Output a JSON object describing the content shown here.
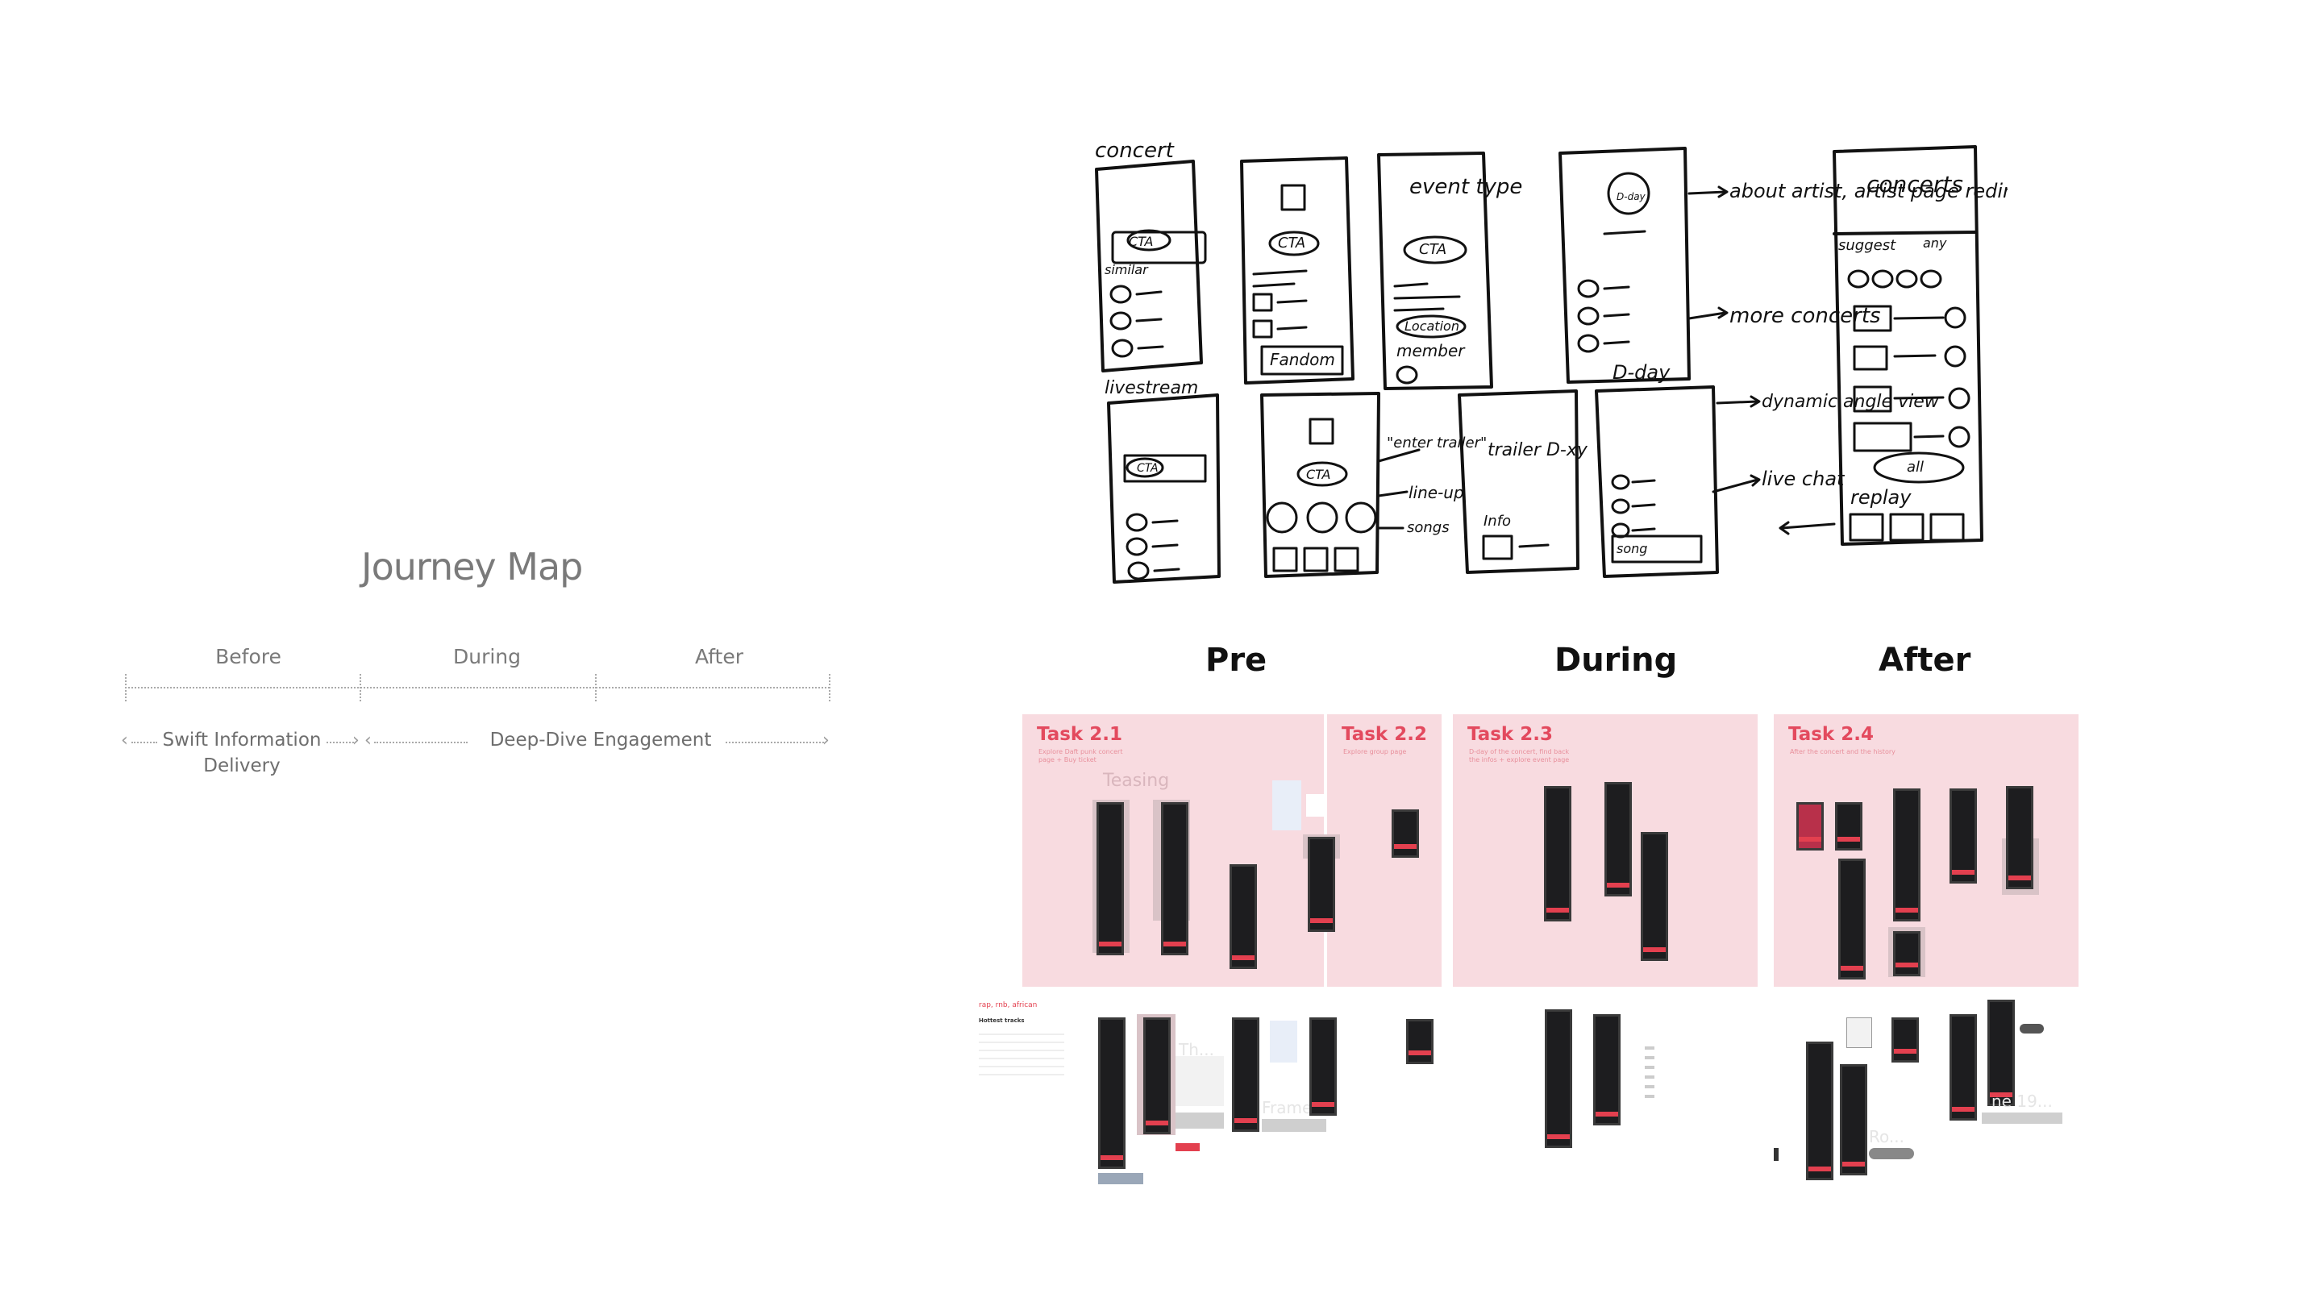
{
  "journey_map": {
    "title": "Journey Map",
    "phases": [
      "Before",
      "During",
      "After"
    ],
    "notes": {
      "left_line1": "Swift Information",
      "left_line2": "Delivery",
      "right": "Deep-Dive Engagement"
    }
  },
  "sketch_labels": {
    "concert": "concert",
    "livestream": "livestream",
    "event_type": "event type",
    "cta": "CTA",
    "fandom": "Fandom",
    "location": "Location",
    "member": "member",
    "about_artist": "about artist, artist page redirection",
    "more_concerts": "more concerts",
    "d_day": "D-day",
    "concerts": "concerts",
    "suggest": "suggest",
    "any": "any",
    "dynamic_angle": "dynamic angle view",
    "live_chat": "live chat",
    "all": "all",
    "replay": "replay",
    "enter_trailer": "\"enter trailer\"",
    "line_up": "line-up",
    "songs": "songs",
    "trailer_d": "trailer D-xy",
    "info": "Info",
    "song": "song",
    "similar": "similar"
  },
  "phase_headers": [
    "Pre",
    "During",
    "After"
  ],
  "tasks": [
    {
      "id": "Task 2.1",
      "sub": "Explore Daft punk concert page + Buy ticket"
    },
    {
      "id": "Task 2.2",
      "sub": "Explore group page"
    },
    {
      "id": "Task 2.3",
      "sub": "D-day of the concert, find back the infos + explore event page"
    },
    {
      "id": "Task 2.4",
      "sub": "After the concert and the history"
    }
  ],
  "faint_labels": {
    "teasing": "Teasing",
    "frame": "Frame",
    "th": "Th...",
    "ro": "Ro...",
    "ne19": "ne 19..."
  },
  "small_labels": {
    "genres": "rap, rnb, african",
    "hottest_tracks": "Hottest tracks"
  }
}
